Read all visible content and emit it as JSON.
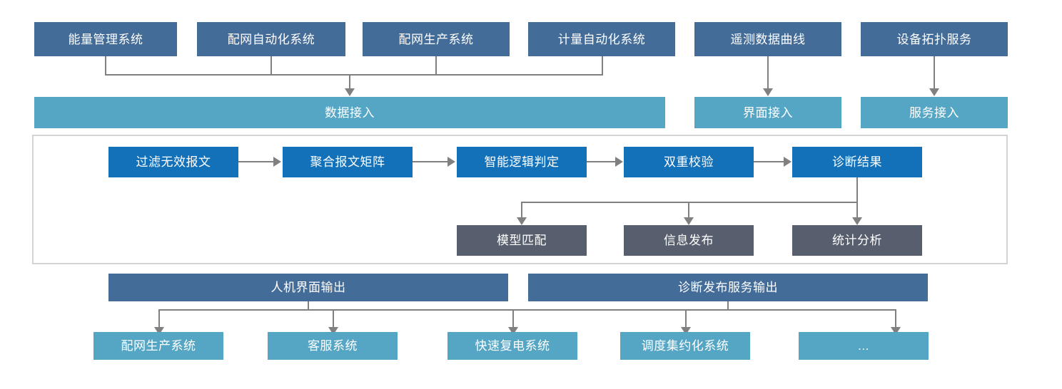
{
  "diagram": {
    "type": "flowchart",
    "title": "",
    "colors": {
      "source_box": "#436c98",
      "access_bar": "#55a6c4",
      "process_box": "#1371ba",
      "gray_box": "#575f6e",
      "output_bar": "#436c98",
      "sink_box": "#55a6c4",
      "connector": "#808080",
      "frame_border": "#d3d3d3",
      "background": "#ffffff",
      "text": "#ffffff"
    }
  },
  "sources": [
    {
      "label": "能量管理系统"
    },
    {
      "label": "配网自动化系统"
    },
    {
      "label": "配网生产系统"
    },
    {
      "label": "计量自动化系统"
    },
    {
      "label": "遥测数据曲线"
    },
    {
      "label": "设备拓扑服务"
    }
  ],
  "access_layer": [
    {
      "label": "数据接入"
    },
    {
      "label": "界面接入"
    },
    {
      "label": "服务接入"
    }
  ],
  "process_chain": [
    {
      "label": "过滤无效报文"
    },
    {
      "label": "聚合报文矩阵"
    },
    {
      "label": "智能逻辑判定"
    },
    {
      "label": "双重校验"
    },
    {
      "label": "诊断结果"
    }
  ],
  "diagnosis_outputs": [
    {
      "label": "模型匹配"
    },
    {
      "label": "信息发布"
    },
    {
      "label": "统计分析"
    }
  ],
  "output_bars": [
    {
      "label": "人机界面输出"
    },
    {
      "label": "诊断发布服务输出"
    }
  ],
  "sinks": [
    {
      "label": "配网生产系统"
    },
    {
      "label": "客服系统"
    },
    {
      "label": "快速复电系统"
    },
    {
      "label": "调度集约化系统"
    },
    {
      "label": "..."
    }
  ]
}
